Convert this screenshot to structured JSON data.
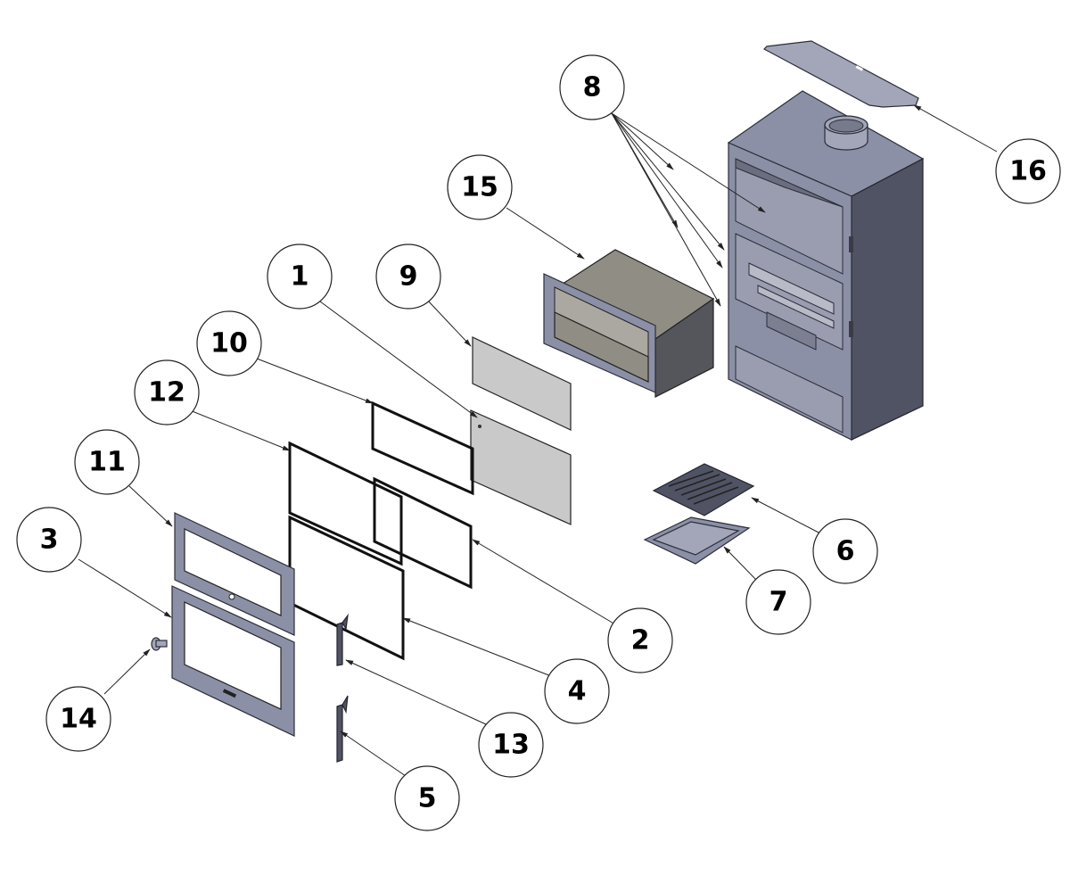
{
  "diagram": {
    "type": "exploded-view assembly drawing",
    "subject": "wood-burning stove / fireplace with oven",
    "callouts": [
      {
        "number": "1",
        "part": "lower door glass"
      },
      {
        "number": "2",
        "part": "upper glass gasket"
      },
      {
        "number": "3",
        "part": "lower door frame"
      },
      {
        "number": "4",
        "part": "lower glass gasket"
      },
      {
        "number": "5",
        "part": "lower door hinge"
      },
      {
        "number": "6",
        "part": "grate"
      },
      {
        "number": "7",
        "part": "ash pan"
      },
      {
        "number": "8",
        "part": "door hinge brackets (x6)"
      },
      {
        "number": "9",
        "part": "upper door glass"
      },
      {
        "number": "10",
        "part": "upper glass retaining frame"
      },
      {
        "number": "11",
        "part": "upper door frame"
      },
      {
        "number": "12",
        "part": "lower glass retaining frame"
      },
      {
        "number": "13",
        "part": "upper door hinge"
      },
      {
        "number": "14",
        "part": "door handle knob"
      },
      {
        "number": "15",
        "part": "oven box"
      },
      {
        "number": "16",
        "part": "top deflector plate"
      }
    ]
  }
}
